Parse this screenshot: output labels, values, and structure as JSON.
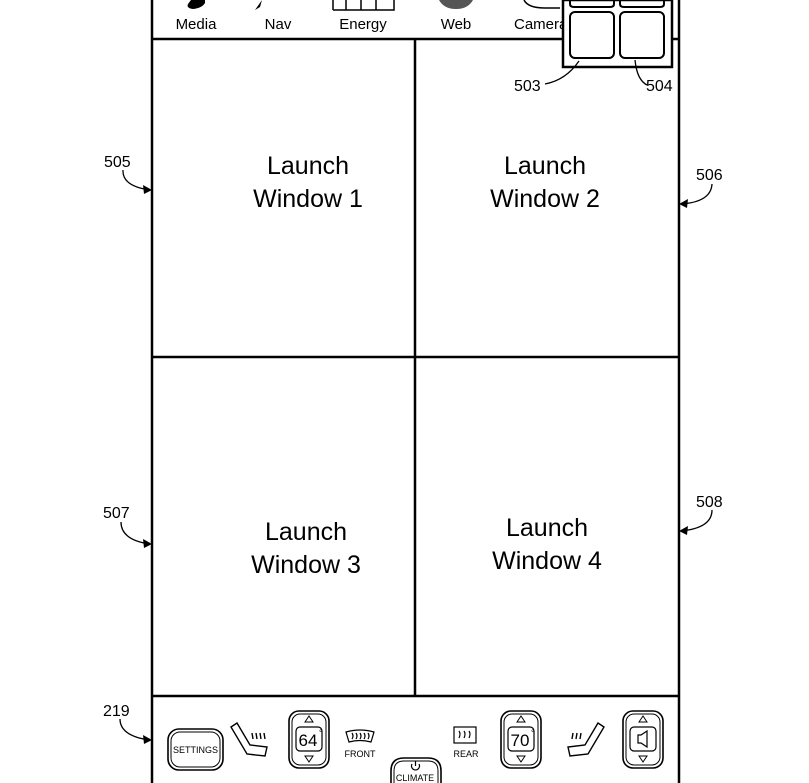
{
  "top_bar": {
    "apps": [
      {
        "label": "Media",
        "icon": "music-note-icon"
      },
      {
        "label": "Nav",
        "icon": "navigation-icon"
      },
      {
        "label": "Energy",
        "icon": "energy-icon"
      },
      {
        "label": "Web",
        "icon": "globe-icon"
      },
      {
        "label": "Camera",
        "icon": "camera-icon"
      }
    ]
  },
  "windows": [
    {
      "line1": "Launch",
      "line2": "Window 1"
    },
    {
      "line1": "Launch",
      "line2": "Window 2"
    },
    {
      "line1": "Launch",
      "line2": "Window 3"
    },
    {
      "line1": "Launch",
      "line2": "Window 4"
    }
  ],
  "reference_numerals": {
    "grid_tile_a": "503",
    "grid_tile_b": "504",
    "window_1": "505",
    "window_2": "506",
    "window_3": "507",
    "window_4": "508",
    "bottom_bar": "219"
  },
  "bottom_bar": {
    "settings_label": "SETTINGS",
    "driver_temp": "64",
    "front_defrost_label": "FRONT",
    "climate_label": "CLIMATE",
    "rear_defrost_label": "REAR",
    "passenger_temp": "70",
    "degree_symbol": "°"
  }
}
